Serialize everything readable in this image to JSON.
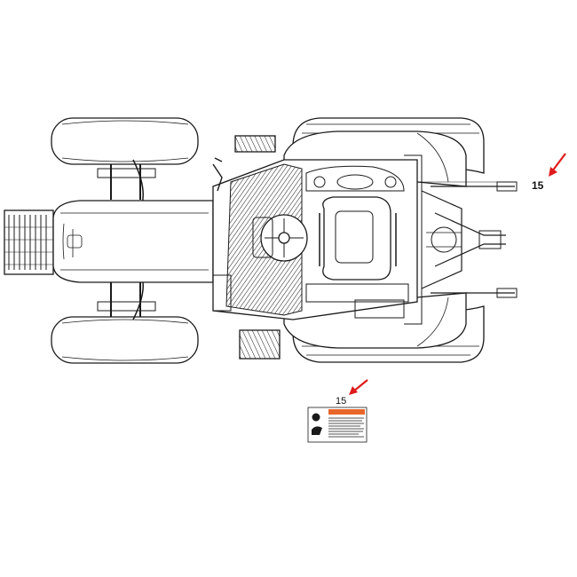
{
  "callouts": {
    "main_label": "15",
    "decal_label": "15"
  },
  "colors": {
    "line": "#1a1a1a",
    "arrow": "#e01b1b",
    "decal_orange": "#e8662a"
  },
  "icons": {
    "arrow": "red-pointer-arrow",
    "decal": "warning-decal"
  }
}
